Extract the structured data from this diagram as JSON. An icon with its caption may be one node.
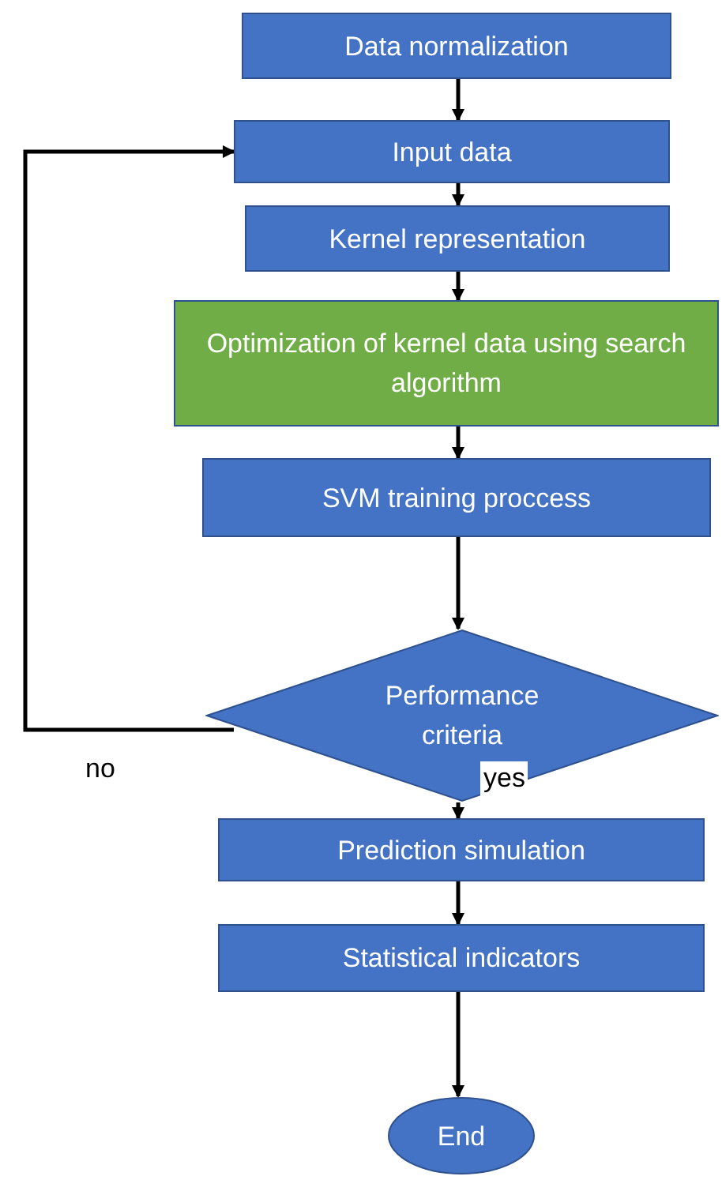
{
  "diagram": {
    "nodes": [
      {
        "text": [
          "Data normalization"
        ]
      },
      {
        "text": [
          "Input data"
        ]
      },
      {
        "text": [
          "Kernel representation"
        ]
      },
      {
        "text": [
          "Optimization of kernel data using search algorithm"
        ]
      },
      {
        "text": [
          "SVM training proccess"
        ]
      },
      {
        "text": [
          "Performance criteria"
        ]
      },
      {
        "text": [
          "Prediction simulation"
        ]
      },
      {
        "text": [
          "Statistical indicators"
        ]
      },
      {
        "text": [
          "End"
        ]
      }
    ],
    "edges": [
      {
        "from": 0,
        "to": 1,
        "arrow": "to"
      },
      {
        "from": 1,
        "to": 2,
        "arrow": "to"
      },
      {
        "from": 2,
        "to": 3,
        "arrow": "to"
      },
      {
        "from": 3,
        "to": 4,
        "arrow": "to"
      },
      {
        "from": 4,
        "to": 5,
        "arrow": "to"
      },
      {
        "from": 5,
        "to": 6,
        "arrow": "to",
        "label": "yes"
      },
      {
        "from": 6,
        "to": 7,
        "arrow": "to"
      },
      {
        "from": 7,
        "to": 8,
        "arrow": "to"
      },
      {
        "from": 5,
        "to": 1,
        "arrow": "to",
        "label": "no"
      }
    ]
  }
}
